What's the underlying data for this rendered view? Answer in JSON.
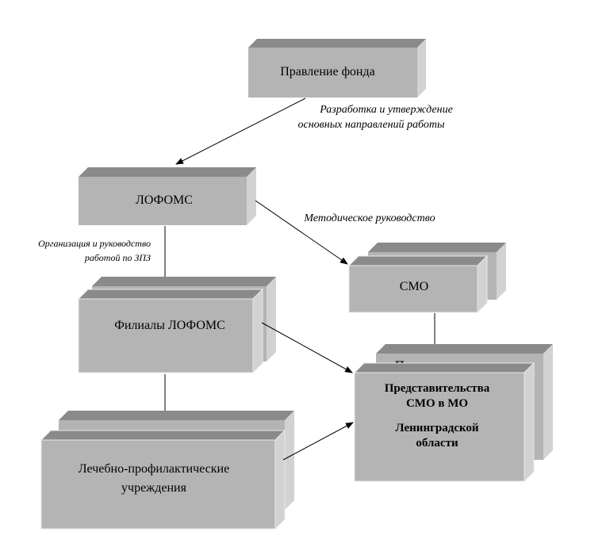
{
  "colors": {
    "box_front": "#b4b4b4",
    "box_top": "#8a8a8a",
    "box_side": "#d2d2d2",
    "box_edge": "#e8e8e8",
    "line": "#000000"
  },
  "nodes": {
    "board": {
      "label": "Правление фонда"
    },
    "lofoms": {
      "label": "ЛОФОМС"
    },
    "smo": {
      "label": "СМО"
    },
    "branches": {
      "label": "Филиалы ЛОФОМС"
    },
    "clinics": {
      "line1": "Лечебно-профилактические",
      "line2": "учреждения"
    },
    "representations": {
      "back_label_fragment": "П",
      "line1": "Представительства",
      "line2": "СМО в МО",
      "line3": "Ленинградской",
      "line4": "области"
    }
  },
  "edge_labels": {
    "board_to_lofoms": {
      "line1": "Разработка и утверждение",
      "line2": "основных направлений работы"
    },
    "lofoms_to_smo": {
      "line1": "Методическое руководство"
    },
    "lofoms_to_branches": {
      "line1": "Организация и руководство",
      "line2": "работой по ЗПЗ"
    }
  }
}
